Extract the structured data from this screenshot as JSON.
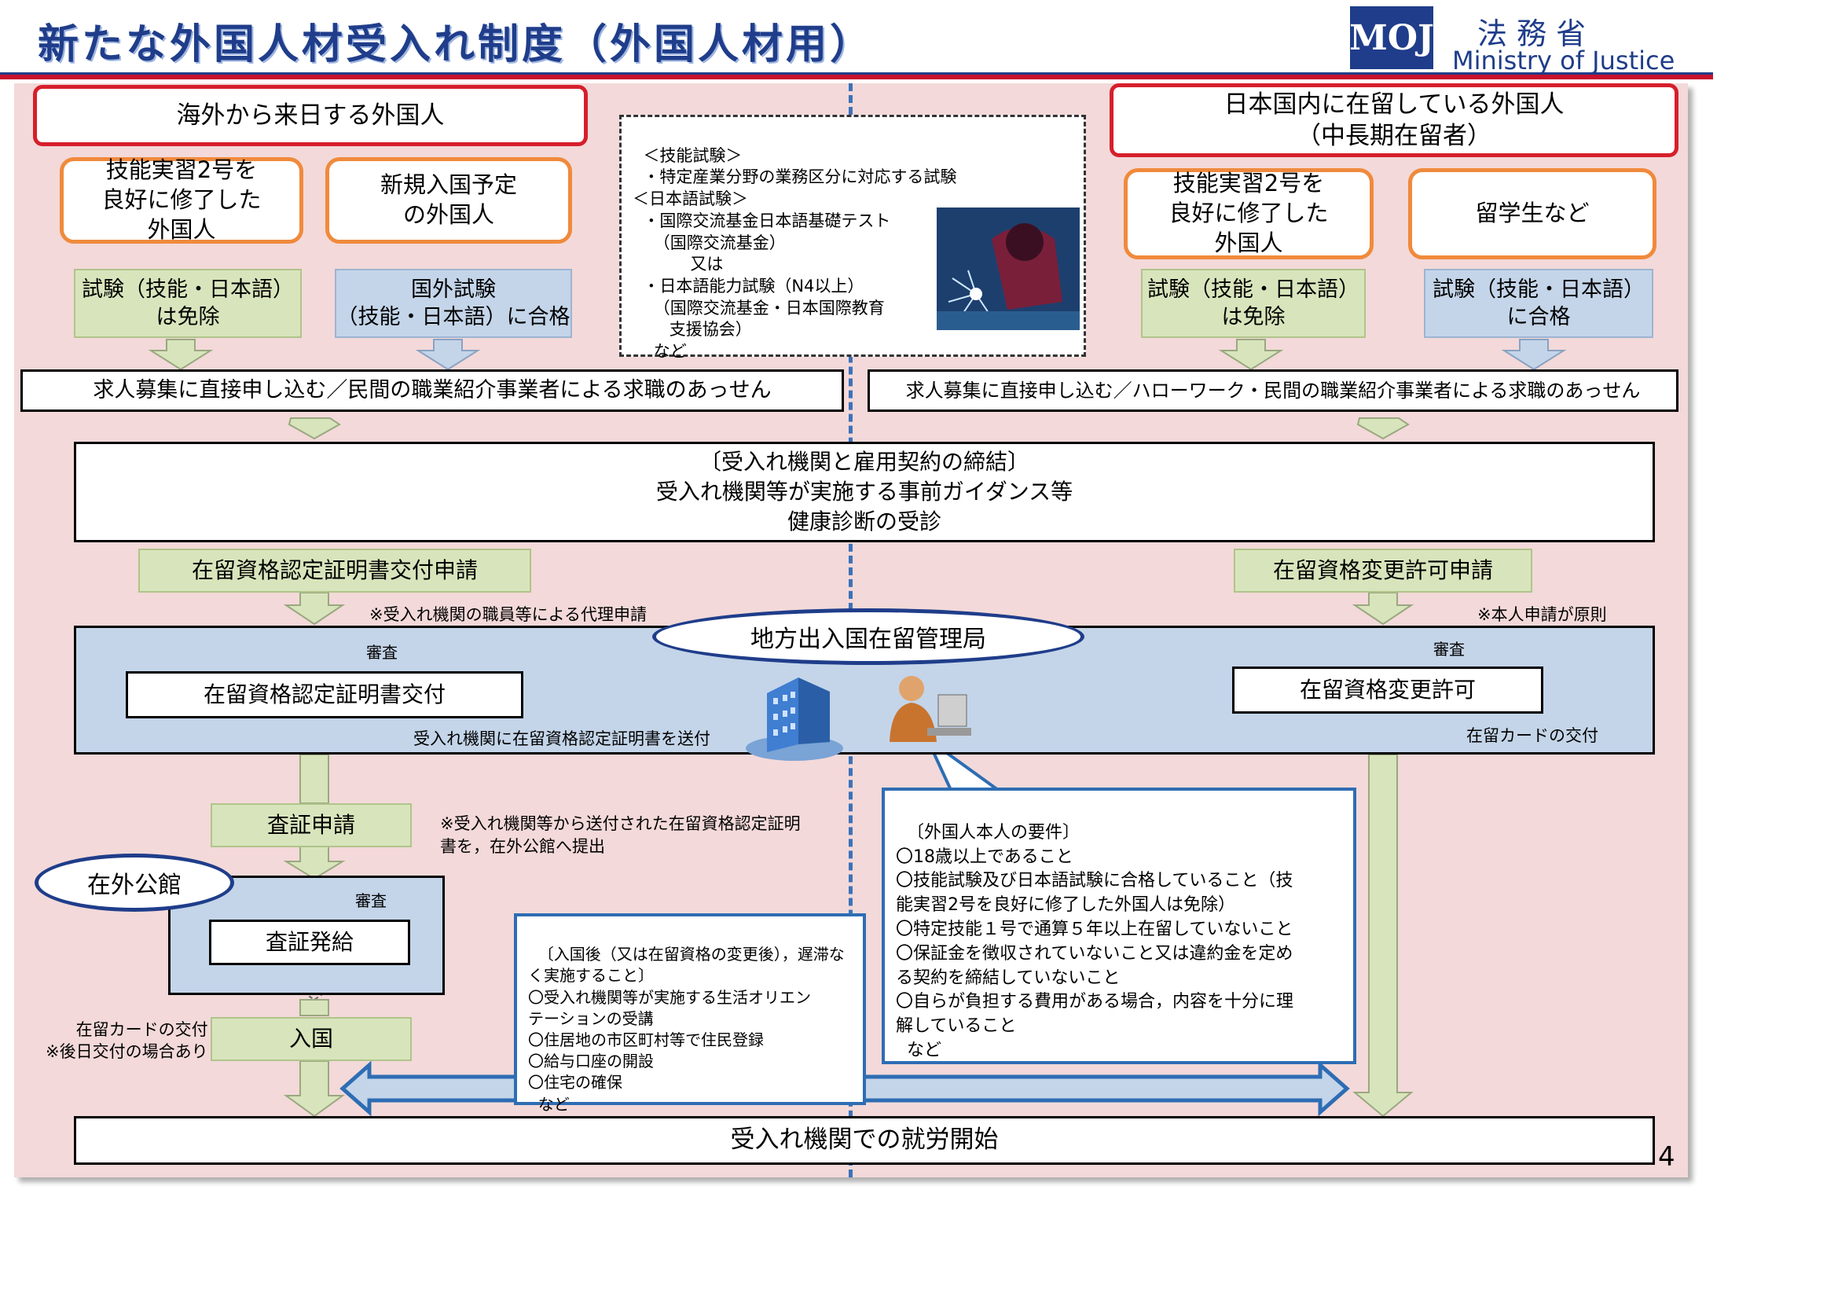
{
  "title": "新たな外国人材受入れ制度（外国人材用）",
  "logo": {
    "mark": "MOJ",
    "ministry_jp": "法 務 省",
    "ministry_en": "Ministry of Justice"
  },
  "left": {
    "header": "海外から来日する外国人",
    "group_a": "技能実習2号を\n良好に修了した\n外国人",
    "group_b": "新規入国予定\nの外国人",
    "exam_a": "試験（技能・日本語）\nは免除",
    "exam_b": "国外試験\n（技能・日本語）に合格",
    "job": "求人募集に直接申し込む／民間の職業紹介事業者による求職のあっせん",
    "apply": "在留資格認定証明書交付申請",
    "apply_note": "※受入れ機関の職員等による代理申請",
    "review": "審査",
    "issue": "在留資格認定証明書交付",
    "send_note": "受入れ機関に在留資格認定証明書を送付",
    "visa_apply": "査証申請",
    "visa_note": "※受入れ機関等から送付された在留資格認定証明\n書を，在外公館へ提出",
    "embassy": "在外公館",
    "review2": "審査",
    "visa_issue": "査証発給",
    "card_note": "在留カードの交付\n※後日交付の場合あり",
    "entry": "入国"
  },
  "right": {
    "header": "日本国内に在留している外国人\n（中長期在留者）",
    "group_a": "技能実習2号を\n良好に修了した\n外国人",
    "group_b": "留学生など",
    "exam_a": "試験（技能・日本語）\nは免除",
    "exam_b": "試験（技能・日本語）\nに合格",
    "job": "求人募集に直接申し込む／ハローワーク・民間の職業紹介事業者による求職のあっせん",
    "apply": "在留資格変更許可申請",
    "apply_note": "※本人申請が原則",
    "review": "審査",
    "permit": "在留資格変更許可",
    "card_note": "在留カードの交付"
  },
  "exam_info": "＜技能試験＞\n  ・特定産業分野の業務区分に対応する試験\n＜日本語試験＞\n  ・国際交流基金日本語基礎テスト\n    （国際交流基金）\n           又は\n  ・日本語能力試験（N4以上）\n    （国際交流基金・日本国際教育\n       支援協会）\n    など",
  "contract": {
    "line1": "〔受入れ機関と雇用契約の締結〕",
    "line2": "受入れ機関等が実施する事前ガイダンス等",
    "line3": "健康診断の受診"
  },
  "bureau": "地方出入国在留管理局",
  "requirements": "〔外国人本人の要件〕\n〇18歳以上であること\n〇技能試験及び日本語試験に合格していること（技\n能実習2号を良好に修了した外国人は免除）\n〇特定技能１号で通算５年以上在留していないこと\n〇保証金を徴収されていないこと又は違約金を定め\nる契約を締結していないこと\n〇自らが負担する費用がある場合，内容を十分に理\n解していること\n  など",
  "after_entry": "〔入国後（又は在留資格の変更後），遅滞な\nく実施すること〕\n〇受入れ機関等が実施する生活オリエン\nテーションの受講\n〇住居地の市区町村等で住民登録\n〇給与口座の開設\n〇住宅の確保\n  など",
  "work_start": "受入れ機関での就労開始",
  "page_number": "4",
  "colors": {
    "title": "#1f3d8a",
    "red_border": "#d61f2b",
    "orange_border": "#f08a3c",
    "green": "#d8e5bc",
    "blue": "#c4d5e9",
    "background": "#f3d9d9"
  }
}
